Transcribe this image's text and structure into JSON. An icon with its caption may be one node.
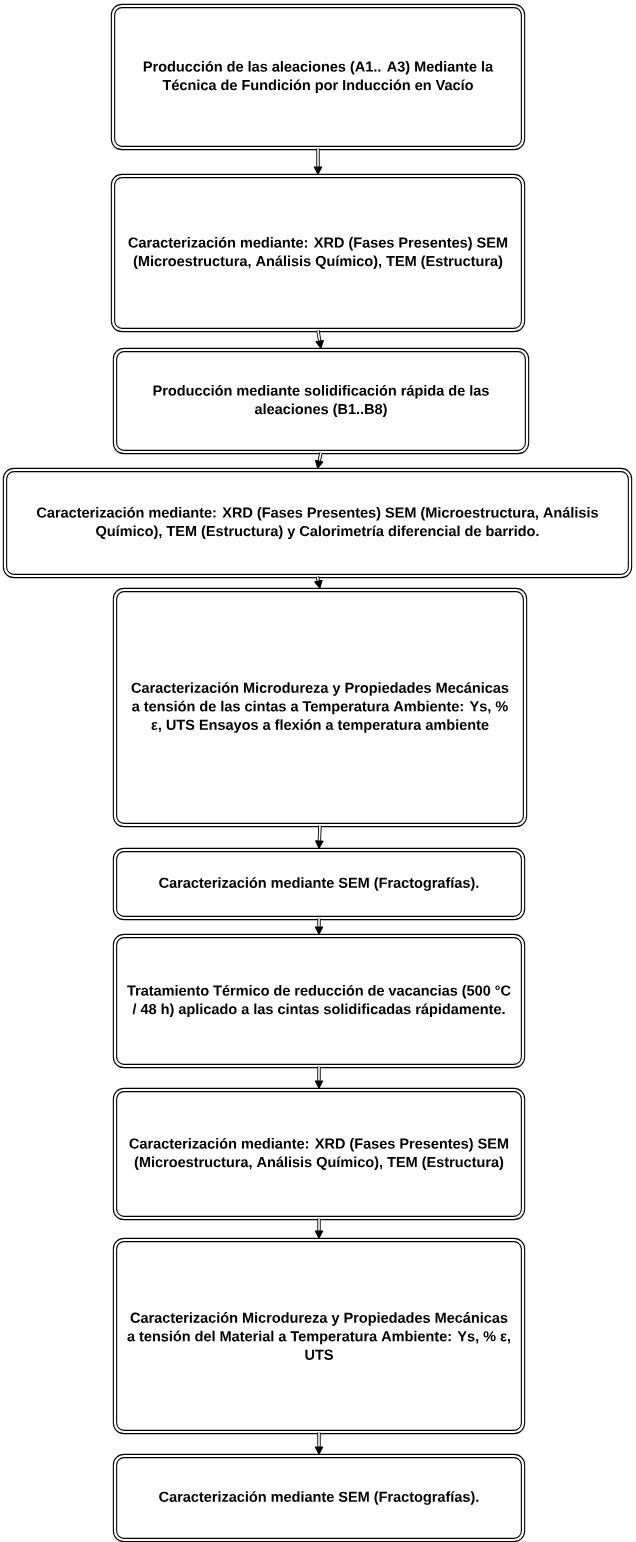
{
  "diagram": {
    "nodes": [
      {
        "text": [
          "Producción de las aleaciones (A1.. A3) Mediante la Técnica de Fundición por Inducción en Vacío"
        ]
      },
      {
        "text": [
          "Caracterización  mediante: XRD (Fases Presentes) SEM (Microestructura,  Análisis Químico), TEM (Estructura)"
        ]
      },
      {
        "text": [
          "Producción mediante solidificación rápida de las aleaciones (B1..B8)"
        ]
      },
      {
        "text": [
          "Caracterización  mediante: XRD (Fases Presentes) SEM (Microestructura,  Análisis Químico), TEM (Estructura) y Calorimetría diferencial de barrido."
        ]
      },
      {
        "text": [
          "Caracterización Microdureza y Propiedades Mecánicas a tensión de las cintas a Temperatura Ambiente: Ys, % ε, UTS Ensayos a flexión a temperatura ambiente"
        ]
      },
      {
        "text": [
          "Caracterización mediante SEM (Fractografías)."
        ]
      },
      {
        "text": [
          "Tratamiento Térmico de reducción de vacancias (500 °C / 48 h) aplicado a las cintas solidificadas rápidamente."
        ]
      },
      {
        "text": [
          "Caracterización  mediante: XRD (Fases Presentes) SEM (Microestructura,  Análisis Químico), TEM (Estructura)"
        ]
      },
      {
        "text": [
          "Caracterización Microdureza y Propiedades Mecánicas a tensión del Material a Temperatura Ambiente: Ys, % ε, UTS"
        ]
      },
      {
        "text": [
          "Caracterización mediante SEM (Fractografías)."
        ]
      }
    ],
    "edges": [
      {
        "from": 0,
        "to": 1,
        "arrow": "to"
      },
      {
        "from": 1,
        "to": 2,
        "arrow": "to"
      },
      {
        "from": 2,
        "to": 3,
        "arrow": "to"
      },
      {
        "from": 3,
        "to": 4,
        "arrow": "to"
      },
      {
        "from": 4,
        "to": 5,
        "arrow": "to"
      },
      {
        "from": 5,
        "to": 6,
        "arrow": "to"
      },
      {
        "from": 6,
        "to": 7,
        "arrow": "to"
      },
      {
        "from": 7,
        "to": 8,
        "arrow": "to"
      },
      {
        "from": 8,
        "to": 9,
        "arrow": "to"
      }
    ]
  }
}
